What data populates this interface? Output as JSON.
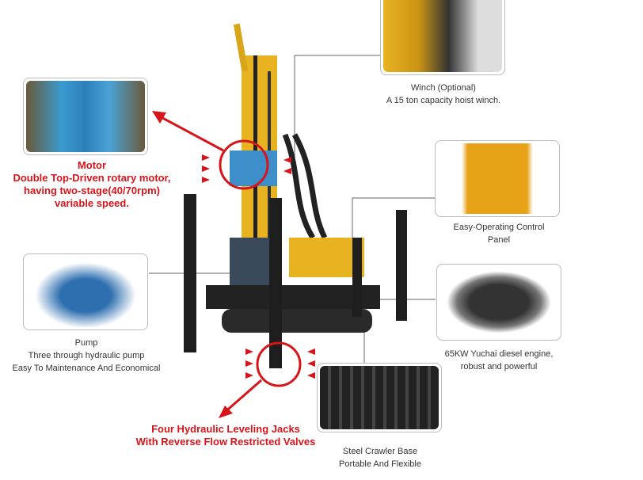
{
  "motor": {
    "title": "Motor",
    "line1": "Double Top-Driven rotary motor,",
    "line2": "having two-stage(40/70rpm)",
    "line3": "variable speed."
  },
  "winch": {
    "title": "Winch (Optional)",
    "desc": "A 15 ton capacity hoist winch."
  },
  "panel": {
    "title": "Easy-Operating Control",
    "desc": "Panel"
  },
  "pump": {
    "title": "Pump",
    "line1": "Three through hydraulic pump",
    "line2": "Easy To Maintenance And Economical"
  },
  "engine": {
    "title": "65KW Yuchai diesel engine,",
    "desc": "robust and powerful"
  },
  "crawler": {
    "title": "Steel Crawler Base",
    "desc": "Portable And Flexible"
  },
  "jacks": {
    "line1": "Four Hydraulic Leveling Jacks",
    "line2": "With Reverse Flow Restricted Valves"
  },
  "colors": {
    "accent": "#d7141a",
    "rig": "#e8b321"
  }
}
